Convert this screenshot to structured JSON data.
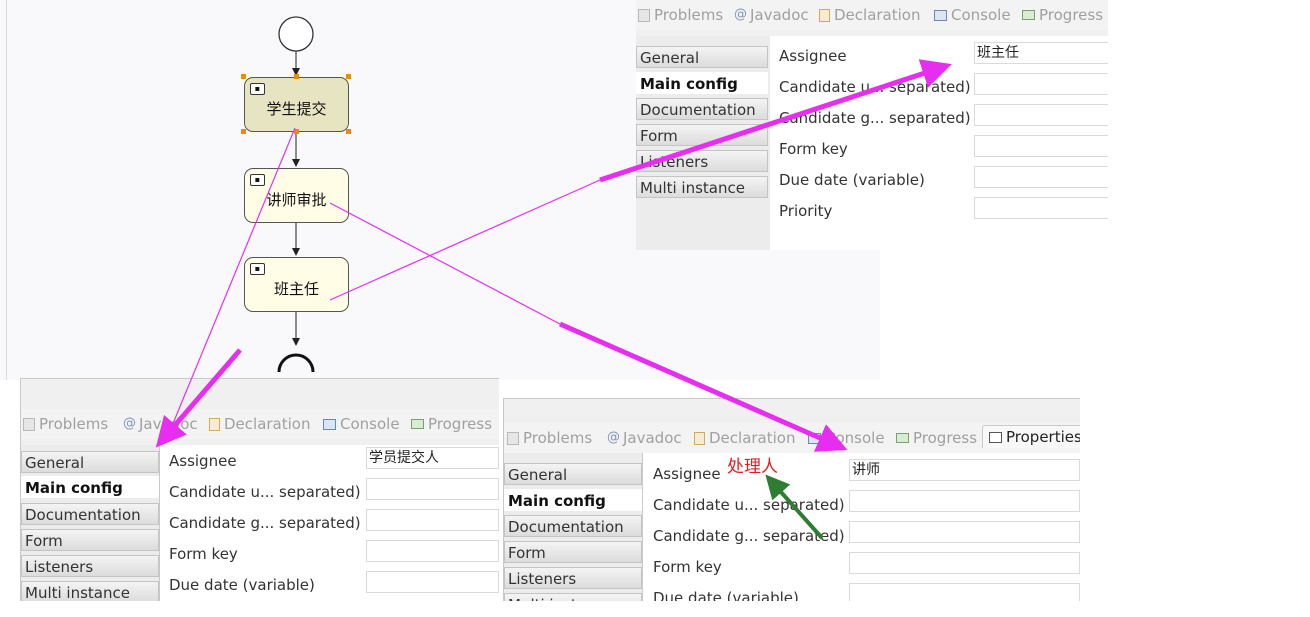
{
  "diagram": {
    "nodes": [
      {
        "id": "student-submit",
        "label": "学生提交",
        "selected": true
      },
      {
        "id": "lecturer-approve",
        "label": "讲师审批",
        "selected": false
      },
      {
        "id": "head-teacher",
        "label": "班主任",
        "selected": false
      }
    ]
  },
  "panels": {
    "top_right": {
      "tabs": [
        "Problems",
        "Javadoc",
        "Declaration",
        "Console",
        "Progress"
      ],
      "side_tabs": [
        "General",
        "Main config",
        "Documentation",
        "Form",
        "Listeners",
        "Multi instance"
      ],
      "selected_side_tab": "Main config",
      "fields": [
        {
          "label": "Assignee",
          "value": "班主任"
        },
        {
          "label": "Candidate u... separated)",
          "value": ""
        },
        {
          "label": "Candidate g... separated)",
          "value": ""
        },
        {
          "label": "Form key",
          "value": ""
        },
        {
          "label": "Due date (variable)",
          "value": ""
        },
        {
          "label": "Priority",
          "value": ""
        }
      ]
    },
    "bottom_left": {
      "tabs": [
        "Problems",
        "Javadoc",
        "Declaration",
        "Console",
        "Progress"
      ],
      "side_tabs": [
        "General",
        "Main config",
        "Documentation",
        "Form",
        "Listeners",
        "Multi instance"
      ],
      "selected_side_tab": "Main config",
      "fields": [
        {
          "label": "Assignee",
          "value": "学员提交人"
        },
        {
          "label": "Candidate u... separated)",
          "value": ""
        },
        {
          "label": "Candidate g... separated)",
          "value": ""
        },
        {
          "label": "Form key",
          "value": ""
        },
        {
          "label": "Due date (variable)",
          "value": ""
        }
      ]
    },
    "bottom_right": {
      "tabs": [
        "Problems",
        "Javadoc",
        "Declaration",
        "Console",
        "Progress",
        "Properties"
      ],
      "active_tab": "Properties",
      "side_tabs": [
        "General",
        "Main config",
        "Documentation",
        "Form",
        "Listeners",
        "Multi instance"
      ],
      "selected_side_tab": "Main config",
      "fields": [
        {
          "label": "Assignee",
          "value": "讲师"
        },
        {
          "label": "Candidate u... separated)",
          "value": ""
        },
        {
          "label": "Candidate g... separated)",
          "value": ""
        },
        {
          "label": "Form key",
          "value": ""
        },
        {
          "label": "Due date (variable)",
          "value": ""
        }
      ]
    }
  },
  "annotation": {
    "text": "处理人"
  },
  "colors": {
    "arrow_magenta": "#e72ef0",
    "arrow_green": "#2e7d32",
    "annotation_red": "#e02020",
    "node_fill": "#fffde6",
    "node_selected_fill": "#e7e4c2"
  }
}
